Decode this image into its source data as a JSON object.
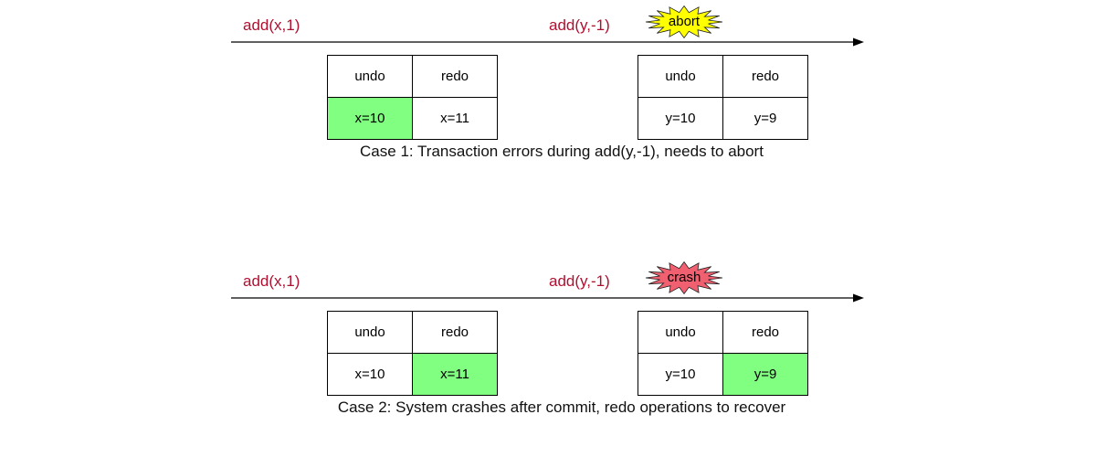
{
  "colors": {
    "op_text": "#b01030",
    "highlight": "#80ff80",
    "abort_burst": "#ffff00",
    "crash_burst": "#f06070",
    "line": "#000000"
  },
  "cases": [
    {
      "op1": "add(x,1)",
      "op2": "add(y,-1)",
      "event": "abort",
      "event_color": "#ffff00",
      "table1": {
        "header_undo": "undo",
        "header_redo": "redo",
        "undo_value": "x=10",
        "redo_value": "x=11",
        "highlight": "undo"
      },
      "table2": {
        "header_undo": "undo",
        "header_redo": "redo",
        "undo_value": "y=10",
        "redo_value": "y=9",
        "highlight": "none"
      },
      "caption": "Case 1: Transaction errors during add(y,-1), needs to abort"
    },
    {
      "op1": "add(x,1)",
      "op2": "add(y,-1)",
      "event": "crash",
      "event_color": "#f06070",
      "table1": {
        "header_undo": "undo",
        "header_redo": "redo",
        "undo_value": "x=10",
        "redo_value": "x=11",
        "highlight": "redo"
      },
      "table2": {
        "header_undo": "undo",
        "header_redo": "redo",
        "undo_value": "y=10",
        "redo_value": "y=9",
        "highlight": "redo"
      },
      "caption": "Case 2: System crashes after commit, redo operations to recover"
    }
  ]
}
